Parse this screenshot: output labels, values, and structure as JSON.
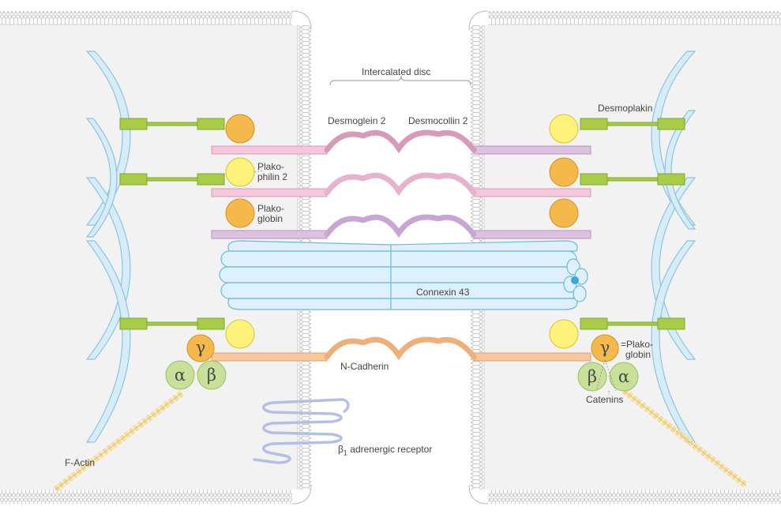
{
  "labels": {
    "intercalated_disc": "Intercalated disc",
    "desmoglein": "Desmoglein 2",
    "desmocollin": "Desmocollin 2",
    "desmoplakin": "Desmoplakin",
    "plakophilin_1": "Plako-",
    "plakophilin_2": "philin 2",
    "plakoglobin_1": "Plako-",
    "plakoglobin_2": "globin",
    "connexin": "Connexin 43",
    "n_cadherin": "N-Cadherin",
    "plakoglobin_right_1": "=Plako-",
    "plakoglobin_right_2": "globin",
    "catenins": "Catenins",
    "f_actin": "F-Actin",
    "beta1_symbol": "β",
    "beta1_sub": "1",
    "beta1_rest": "adrenergic receptor"
  },
  "greek": {
    "gamma": "γ",
    "alpha": "α",
    "beta": "β"
  },
  "colors": {
    "cell_fill": "#f2f2f2",
    "membrane": "#c8c8c8",
    "intermediate_filament": "#d6ecf8",
    "filament_stroke": "#8cc4e0",
    "desmoplakin": "#a8cc48",
    "plakophilin": "#fff27a",
    "plakoglobin": "#f5b84a",
    "desmoglein": "#f4c7dc",
    "desmocollin": "#dcc1e0",
    "connexin": "#ddf0fb",
    "n_cadherin": "#f7c99a",
    "catenin": "#c9e09a",
    "f_actin": "#f5d88a",
    "receptor": "#b3c0e6"
  }
}
